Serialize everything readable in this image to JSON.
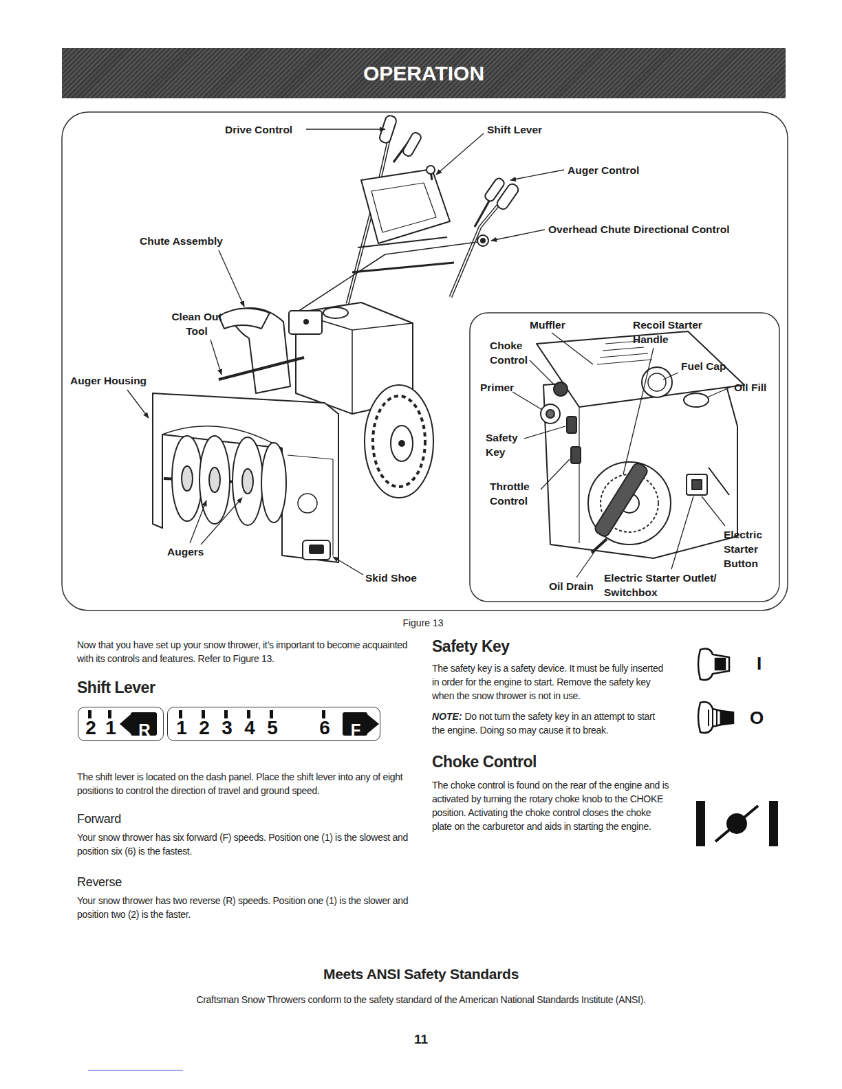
{
  "diagram": {
    "caption": "Figure 13",
    "nodes": [
      {
        "text": [
          "OPERATION"
        ]
      },
      {
        "text": [
          "2",
          "1",
          "R"
        ]
      },
      {
        "text": [
          "1",
          "2",
          "3",
          "4",
          "5",
          "6",
          "F"
        ]
      }
    ],
    "labels": [
      "Drive Control",
      "Shift Lever",
      "Auger Control",
      "Overhead Chute Directional Control",
      "Chute Assembly",
      "Clean Out Tool",
      "Auger Housing",
      "Augers",
      "Skid Shoe",
      "Muffler",
      "Recoil Starter Handle",
      "Choke Control",
      "Fuel Cap",
      "Oil Fill",
      "Primer",
      "Safety Key",
      "Throttle Control",
      "Electric Starter Button",
      "Oil Drain",
      "Electric Starter Outlet/ Switchbox",
      "Now that you have set up your snow thrower, it’s important to become acquainted with its controls and features. Refer to Figure 13.",
      "Shift Lever",
      "The shift lever is located on the dash panel. Place the shift lever into any of eight positions to control the direction of travel and ground speed.",
      "Forward",
      "Your snow thrower has six forward (F) speeds. Position one (1) is the slowest and position six (6) is the fastest.",
      "Reverse",
      "Your snow thrower has two reverse (R) speeds. Position one (1) is the slower and position two (2) is the faster.",
      "Safety Key",
      "The safety key is a safety device. It must be fully inserted in order for the engine to start. Remove the safety key when the snow thrower is not in use.",
      "NOTE:",
      "Do not turn the safety key in an attempt to start the engine. Doing so may cause it to break.",
      "Choke Control",
      "The choke control is found on the rear of the engine and is activated by turning the rotary choke knob to the CHOKE position. Activating the choke control closes the choke plate on the carburetor and aids in starting the engine.",
      "I",
      "O",
      "Meets ANSI Safety Standards",
      "Craftsman Snow Throwers conform to the safety standard of the American National Standards Institute (ANSI).",
      "11"
    ]
  }
}
